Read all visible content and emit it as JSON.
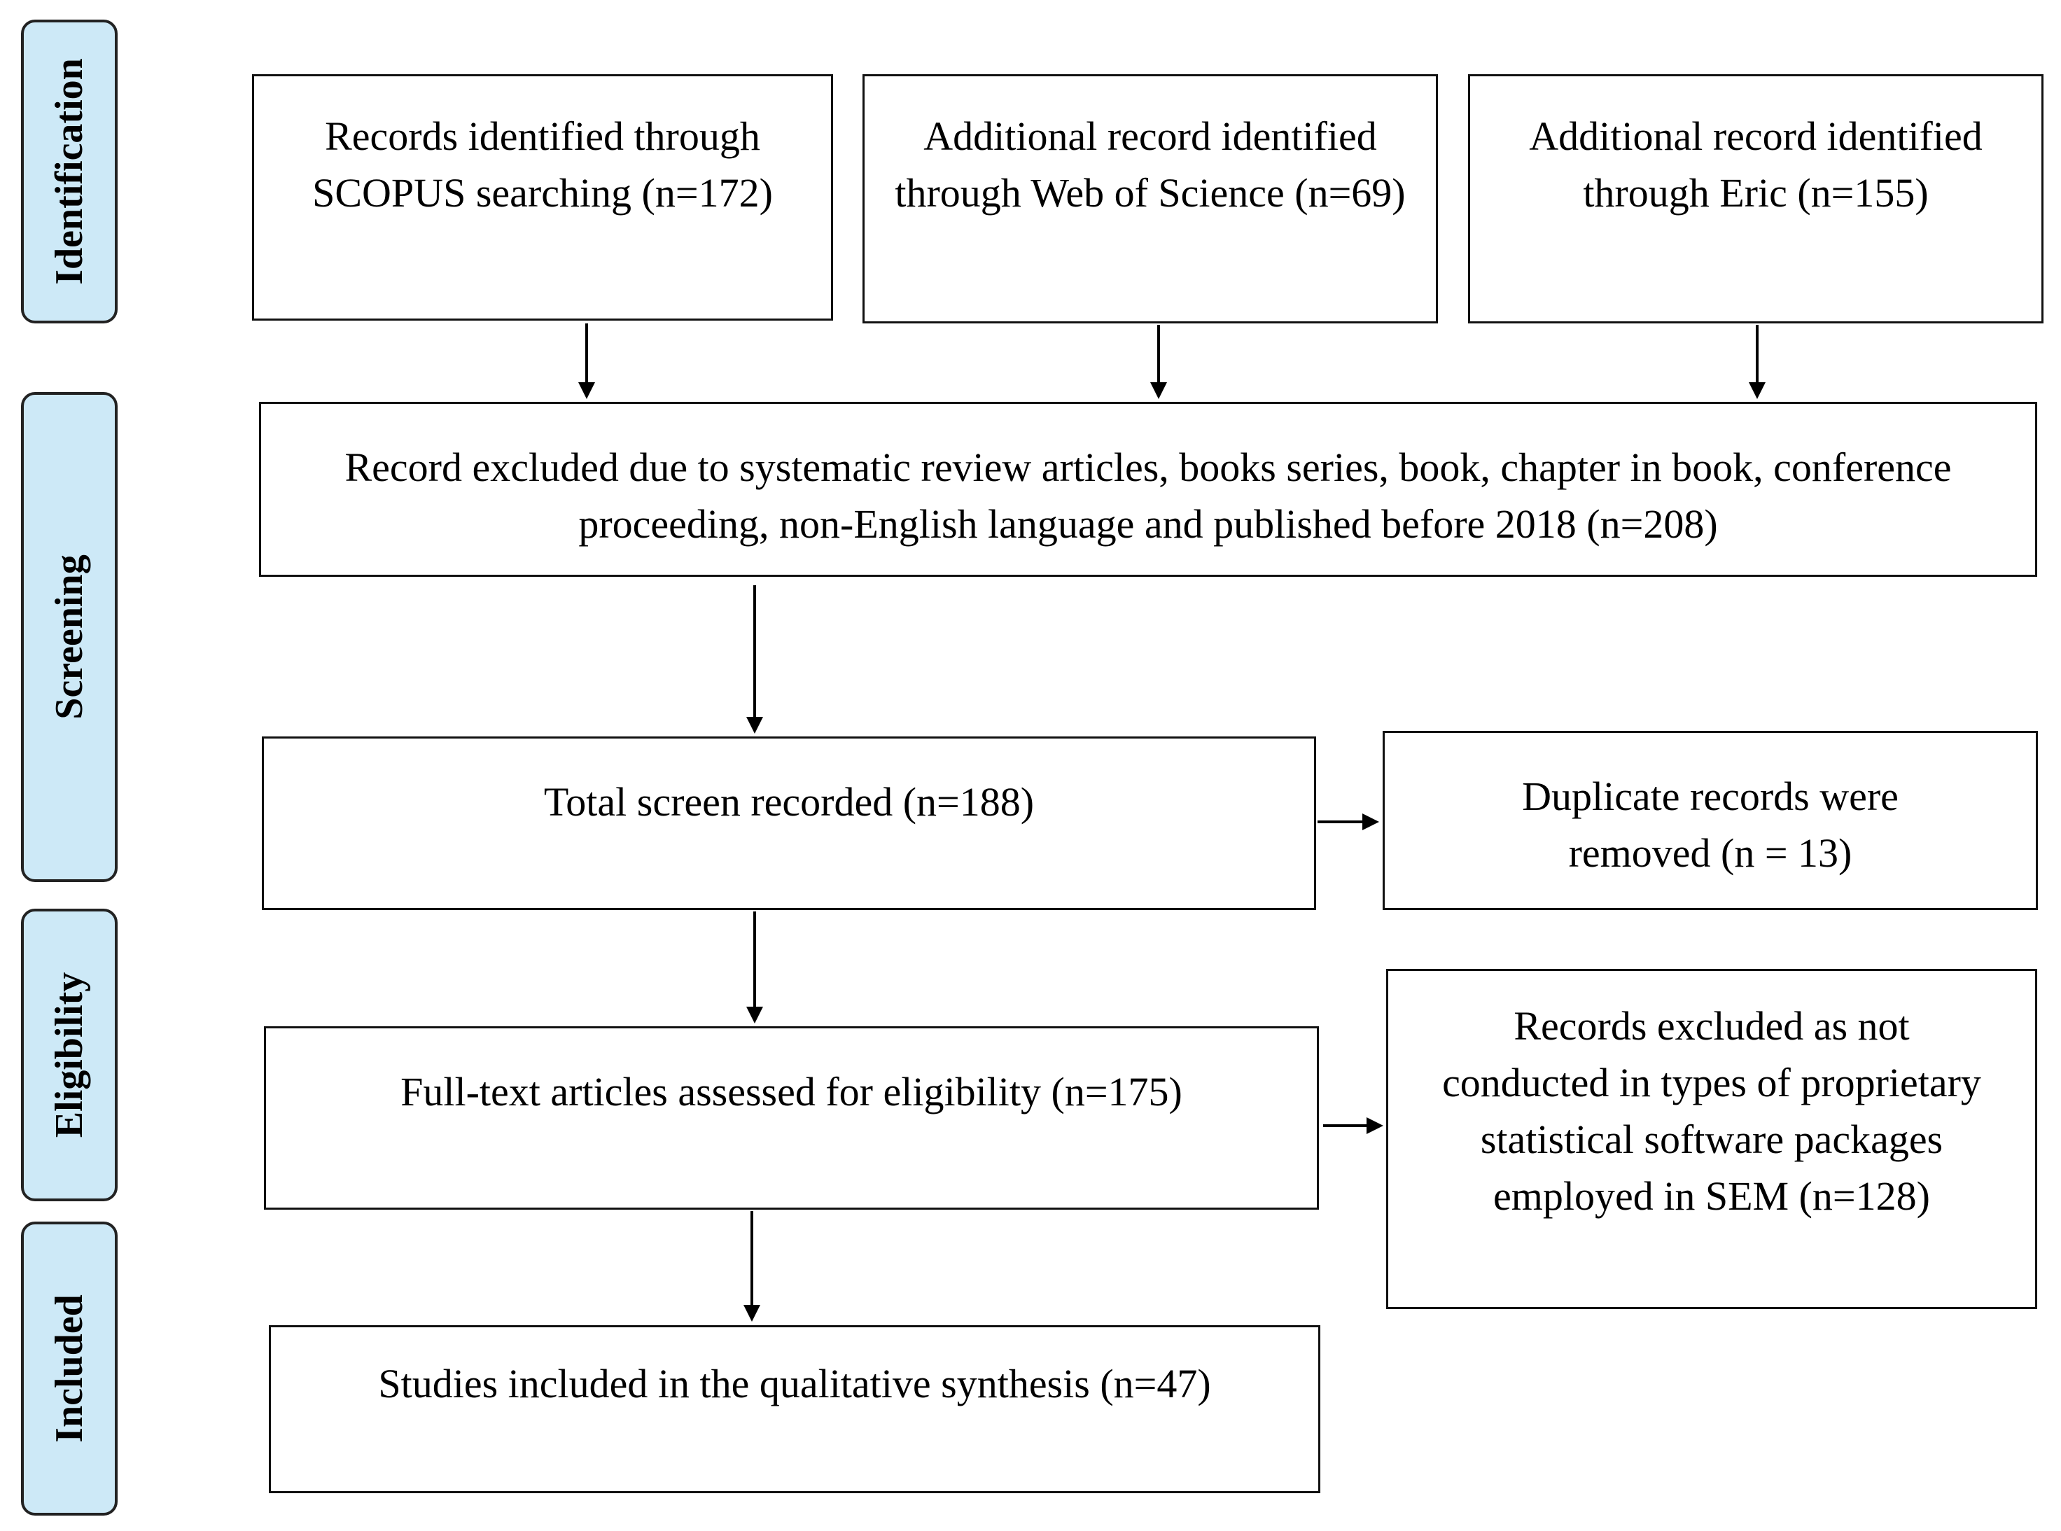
{
  "stages": {
    "identification": "Identification",
    "screening": "Screening",
    "eligibility": "Eligibility",
    "included": "Included"
  },
  "identification": {
    "scopus": "Records identified through SCOPUS searching (n=172)",
    "wos": "Additional record identified through Web of Science (n=69)",
    "eric": "Additional record identified through Eric (n=155)"
  },
  "screening": {
    "excluded": "Record excluded due to systematic review articles, books series, book, chapter in book, conference proceeding, non-English language and published before 2018 (n=208)",
    "total": "Total screen recorded (n=188)",
    "duplicates": "Duplicate records were removed (n = 13)"
  },
  "eligibility": {
    "assessed": "Full-text articles assessed for eligibility (n=175)",
    "excluded": "Records excluded as not conducted in types of proprietary statistical software packages employed in SEM (n=128)"
  },
  "included": {
    "studies": "Studies included in the qualitative synthesis (n=47)"
  },
  "colors": {
    "stage_fill": "#cde9f7",
    "line": "#000000"
  }
}
